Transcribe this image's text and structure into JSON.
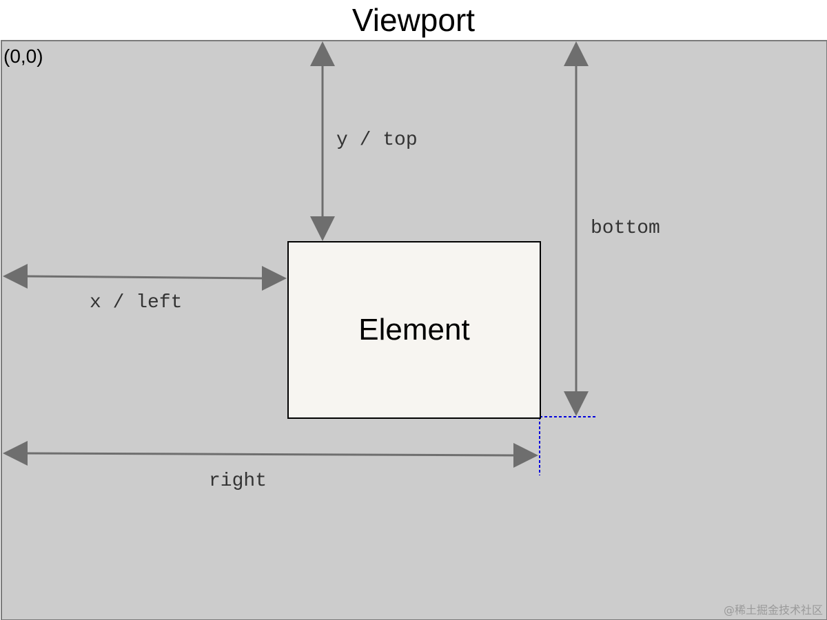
{
  "title": "Viewport",
  "origin_label": "(0,0)",
  "element_label": "Element",
  "labels": {
    "top": "y / top",
    "bottom": "bottom",
    "left": "x / left",
    "right": "right"
  },
  "watermark": "@稀土掘金技术社区",
  "colors": {
    "viewport_fill": "#cccccc",
    "element_fill": "#f7f5f1",
    "arrow": "#6e6e6e",
    "guide": "#0000dd"
  }
}
